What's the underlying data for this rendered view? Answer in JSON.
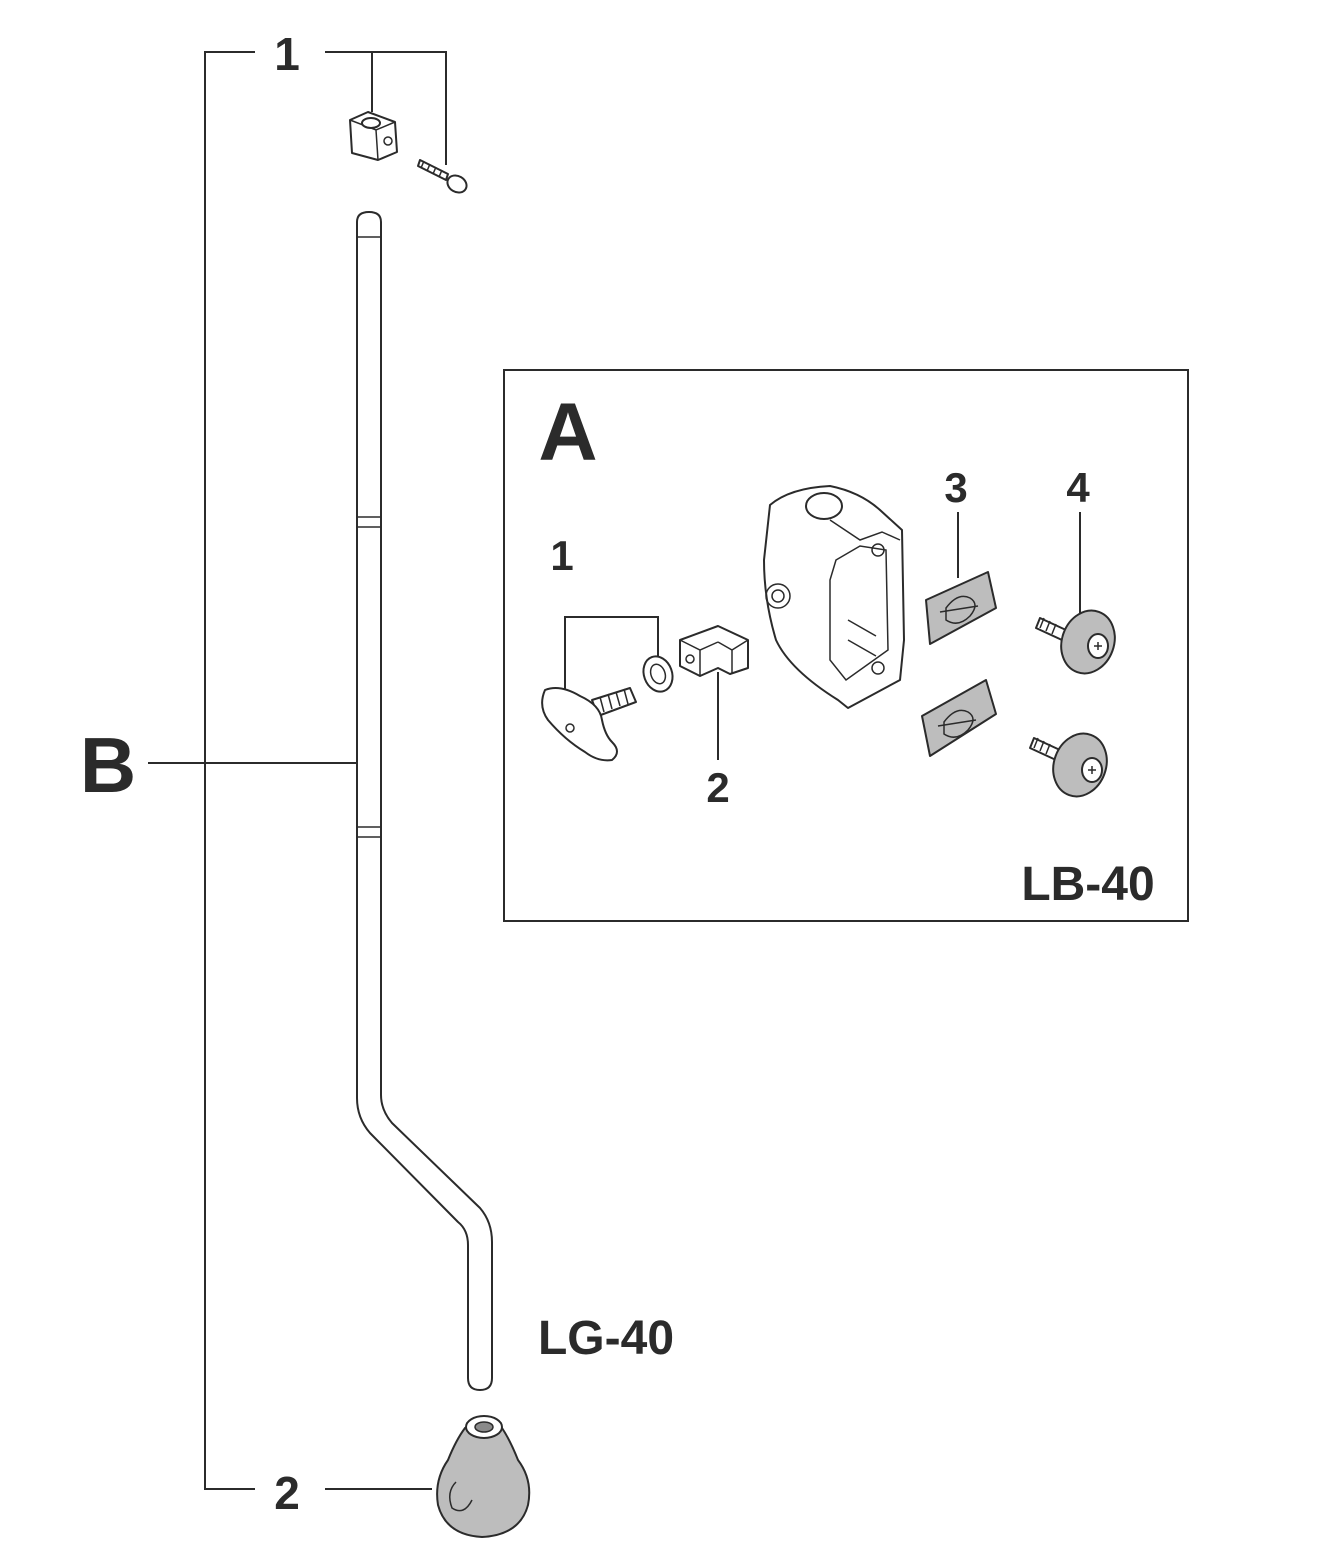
{
  "diagram": {
    "group_b": {
      "label": "B",
      "model": "LG-40",
      "callouts": [
        {
          "number": "1"
        },
        {
          "number": "2"
        }
      ]
    },
    "group_a": {
      "label": "A",
      "model": "LB-40",
      "callouts": [
        {
          "number": "1"
        },
        {
          "number": "2"
        },
        {
          "number": "3"
        },
        {
          "number": "4"
        }
      ]
    }
  }
}
